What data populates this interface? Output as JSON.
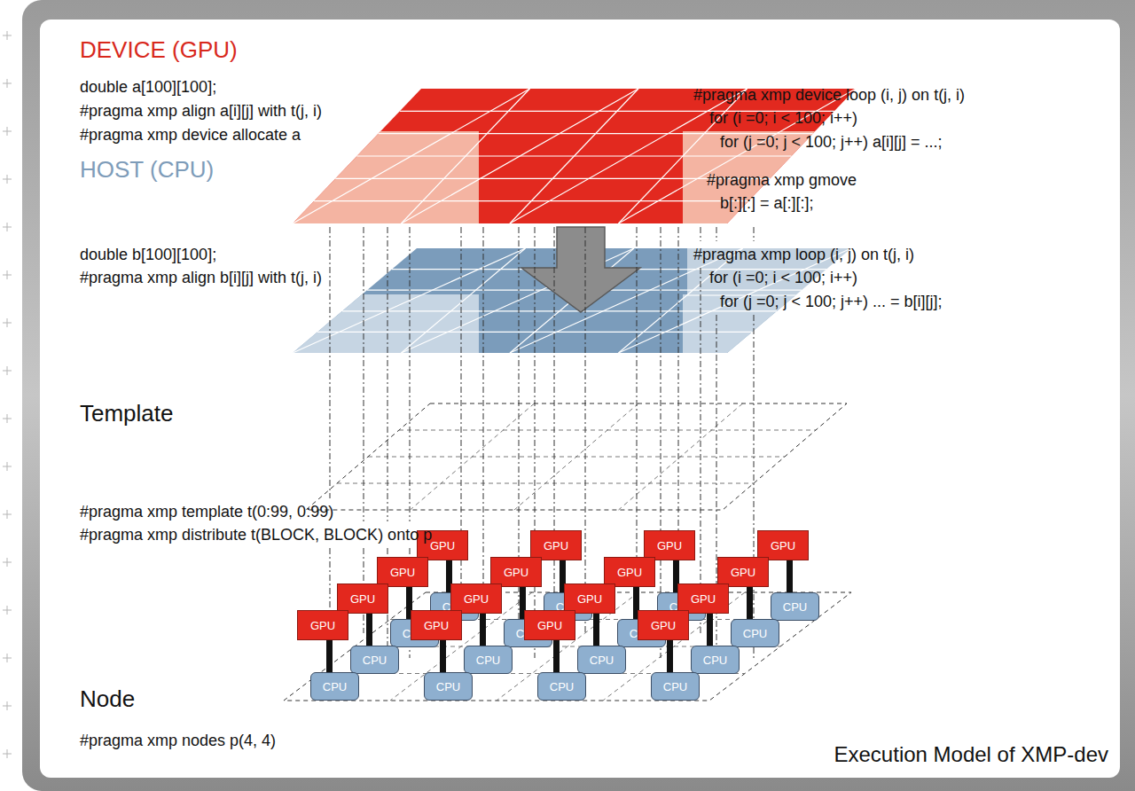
{
  "diagram": {
    "caption": "Execution Model of XMP-dev",
    "nodes": [
      {
        "text": [
          "GPU"
        ]
      },
      {
        "text": [
          "CPU"
        ]
      },
      {
        "text": [
          "GPU"
        ]
      },
      {
        "text": [
          "CPU"
        ]
      },
      {
        "text": [
          "GPU"
        ]
      },
      {
        "text": [
          "CPU"
        ]
      },
      {
        "text": [
          "GPU"
        ]
      },
      {
        "text": [
          "CPU"
        ]
      },
      {
        "text": [
          "GPU"
        ]
      },
      {
        "text": [
          "CPU"
        ]
      },
      {
        "text": [
          "GPU"
        ]
      },
      {
        "text": [
          "CPU"
        ]
      },
      {
        "text": [
          "GPU"
        ]
      },
      {
        "text": [
          "CPU"
        ]
      },
      {
        "text": [
          "GPU"
        ]
      },
      {
        "text": [
          "CPU"
        ]
      },
      {
        "text": [
          "GPU"
        ]
      },
      {
        "text": [
          "CPU"
        ]
      },
      {
        "text": [
          "GPU"
        ]
      },
      {
        "text": [
          "CPU"
        ]
      },
      {
        "text": [
          "GPU"
        ]
      },
      {
        "text": [
          "CPU"
        ]
      },
      {
        "text": [
          "GPU"
        ]
      },
      {
        "text": [
          "CPU"
        ]
      },
      {
        "text": [
          "GPU"
        ]
      },
      {
        "text": [
          "CPU"
        ]
      },
      {
        "text": [
          "GPU"
        ]
      },
      {
        "text": [
          "CPU"
        ]
      },
      {
        "text": [
          "GPU"
        ]
      },
      {
        "text": [
          "CPU"
        ]
      },
      {
        "text": [
          "GPU"
        ]
      },
      {
        "text": [
          "CPU"
        ]
      }
    ],
    "edges": [
      {
        "from": 0,
        "to": 1,
        "arrow": "none"
      },
      {
        "from": 2,
        "to": 3,
        "arrow": "none"
      },
      {
        "from": 4,
        "to": 5,
        "arrow": "none"
      },
      {
        "from": 6,
        "to": 7,
        "arrow": "none"
      },
      {
        "from": 8,
        "to": 9,
        "arrow": "none"
      },
      {
        "from": 10,
        "to": 11,
        "arrow": "none"
      },
      {
        "from": 12,
        "to": 13,
        "arrow": "none"
      },
      {
        "from": 14,
        "to": 15,
        "arrow": "none"
      },
      {
        "from": 16,
        "to": 17,
        "arrow": "none"
      },
      {
        "from": 18,
        "to": 19,
        "arrow": "none"
      },
      {
        "from": 20,
        "to": 21,
        "arrow": "none"
      },
      {
        "from": 22,
        "to": 23,
        "arrow": "none"
      },
      {
        "from": 24,
        "to": 25,
        "arrow": "none"
      },
      {
        "from": 26,
        "to": 27,
        "arrow": "none"
      },
      {
        "from": 28,
        "to": 29,
        "arrow": "none"
      },
      {
        "from": 30,
        "to": 31,
        "arrow": "none"
      }
    ],
    "labels": [
      "DEVICE (GPU)",
      "double a[100][100];",
      "#pragma xmp align a[i][j] with t(j, i)",
      "#pragma xmp device allocate a",
      "#pragma xmp device loop (i, j) on t(j, i)",
      "for (i =0; i < 100; i++)",
      "for (j =0; j < 100; j++) a[i][j] = ...;",
      "#pragma xmp gmove",
      "b[:][:] = a[:][:];",
      "HOST (CPU)",
      "double b[100][100];",
      "#pragma xmp align b[i][j] with t(j, i)",
      "#pragma xmp loop (i, j) on t(j, i)",
      "for (i =0; i < 100; i++)",
      "for (j =0; j < 100; j++) ... = b[i][j];",
      "Template",
      "#pragma xmp template t(0:99, 0:99)",
      "#pragma xmp distribute t(BLOCK, BLOCK) onto p",
      "Node",
      "#pragma xmp nodes p(4, 4)"
    ]
  }
}
